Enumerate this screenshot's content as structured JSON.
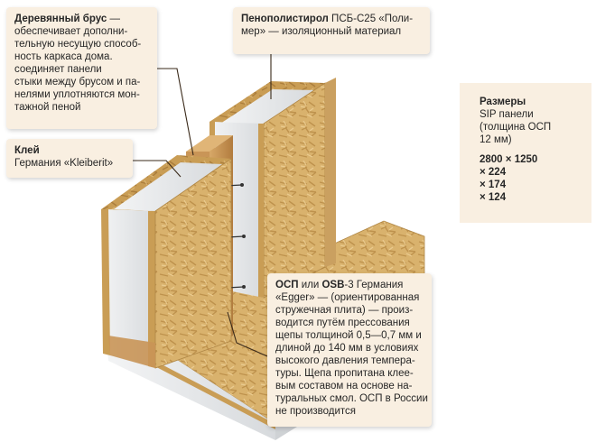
{
  "callouts": {
    "brus": {
      "title": "Деревянный брус",
      "lines": [
        " — ",
        "обеспечивает дополни-",
        "тельную несущую способ-",
        "ность каркаса дома.",
        "соединяет панели",
        "стыки между брусом и па-",
        "нелями уплотняются мон-",
        "тажной пеной"
      ]
    },
    "klei": {
      "title": "Клей",
      "lines": [
        "Германия «Kleiberit»"
      ]
    },
    "peno": {
      "title": "Пенополистирол",
      "lines": [
        " ПСБ-С25 «Поли-",
        "мер» — изоляционный материал"
      ]
    },
    "osp": {
      "title": "ОСП",
      "title_mid": " или ",
      "title2": "OSB",
      "lines": [
        "-3 Германия",
        "«Egger» — (ориентированная",
        "стружечная плита) — произ-",
        "водится путём прессования",
        "щепы толщиной 0,5—0,7 мм и",
        "длиной до 140 мм в условиях",
        "высокого давления темпера-",
        "туры. Щепа пропитана клее-",
        "вым составом на основе на-",
        "туральных смол. ОСП в России",
        "не производится"
      ]
    }
  },
  "dimensions": {
    "title": "Размеры",
    "lines": [
      "SIP панели",
      "(толщина ОСП",
      "12 мм)"
    ],
    "sizes": [
      "2800 × 1250",
      "× 224",
      "× 174",
      "× 124"
    ]
  },
  "colors": {
    "callout_bg": "#f9efe1",
    "osb": "#d8b06a",
    "foam": "#e9ebed",
    "wood": "#c99557",
    "leader": "#3a2a1a"
  }
}
